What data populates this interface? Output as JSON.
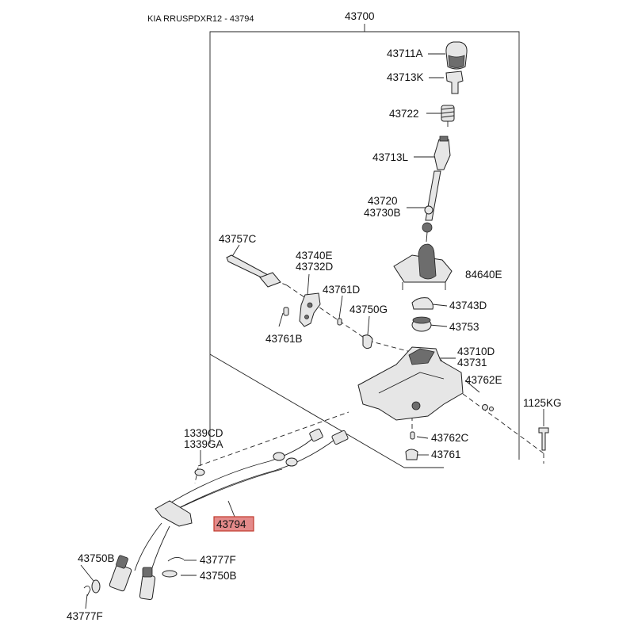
{
  "header": {
    "title": "KIA RRUSPDXR12 - 43794"
  },
  "colors": {
    "highlight_fill": "#e48a8a",
    "highlight_stroke": "#c0392b",
    "line": "#222222"
  },
  "labels": {
    "assembly": "43700",
    "knob": "43711A",
    "knob_bushing": "43713K",
    "spring": "43722",
    "lever_upper": "43713L",
    "lever_a": "43720",
    "lever_b": "43730B",
    "bolt": "43757C",
    "bracket_a": "43740E",
    "bracket_b": "43732D",
    "pin_left": "43761B",
    "pin_mid": "43761D",
    "clip": "43750G",
    "boot": "84640E",
    "bushing_ring": "43743D",
    "bushing": "43753",
    "housing_a": "43710D",
    "housing_b": "43731",
    "washer_right": "43762E",
    "bolt_right": "1125KG",
    "washer_bottom": "43762C",
    "pin_bottom": "43761",
    "nut_a": "1339CD",
    "nut_b": "1339GA",
    "cable": "43794",
    "clip_right_lower": "43777F",
    "washer_right_lower": "43750B",
    "washer_left": "43750B",
    "clip_left": "43777F"
  }
}
